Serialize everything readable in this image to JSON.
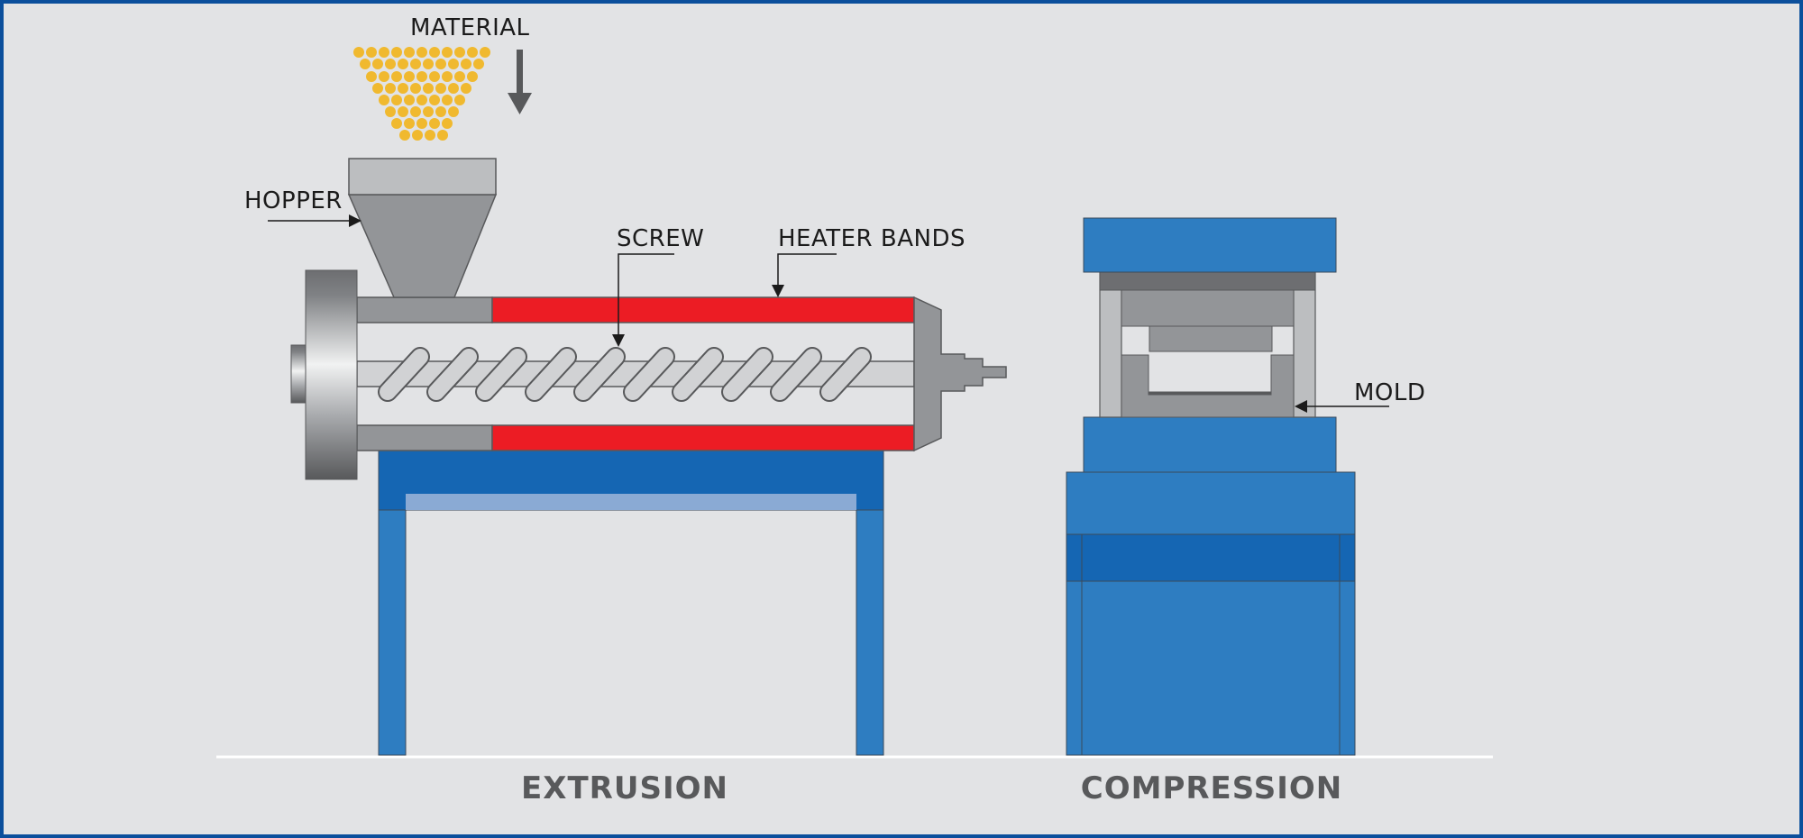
{
  "labels": {
    "material": "MATERIAL",
    "hopper": "HOPPER",
    "screw": "SCREW",
    "heater_bands": "HEATER BANDS",
    "mold": "MOLD"
  },
  "captions": {
    "extrusion": "EXTRUSION",
    "compression": "COMPRESSION"
  },
  "colors": {
    "background": "#e2e3e5",
    "frame": "#0b4f9c",
    "blue": "#2e7dc1",
    "blue_dark": "#1566b3",
    "blue_light": "#8aaad4",
    "heater_red": "#ec1c24",
    "pellet_yellow": "#f0b92f",
    "gray": "#939598",
    "gray_dark": "#58595b",
    "gray_light": "#d1d2d4"
  }
}
